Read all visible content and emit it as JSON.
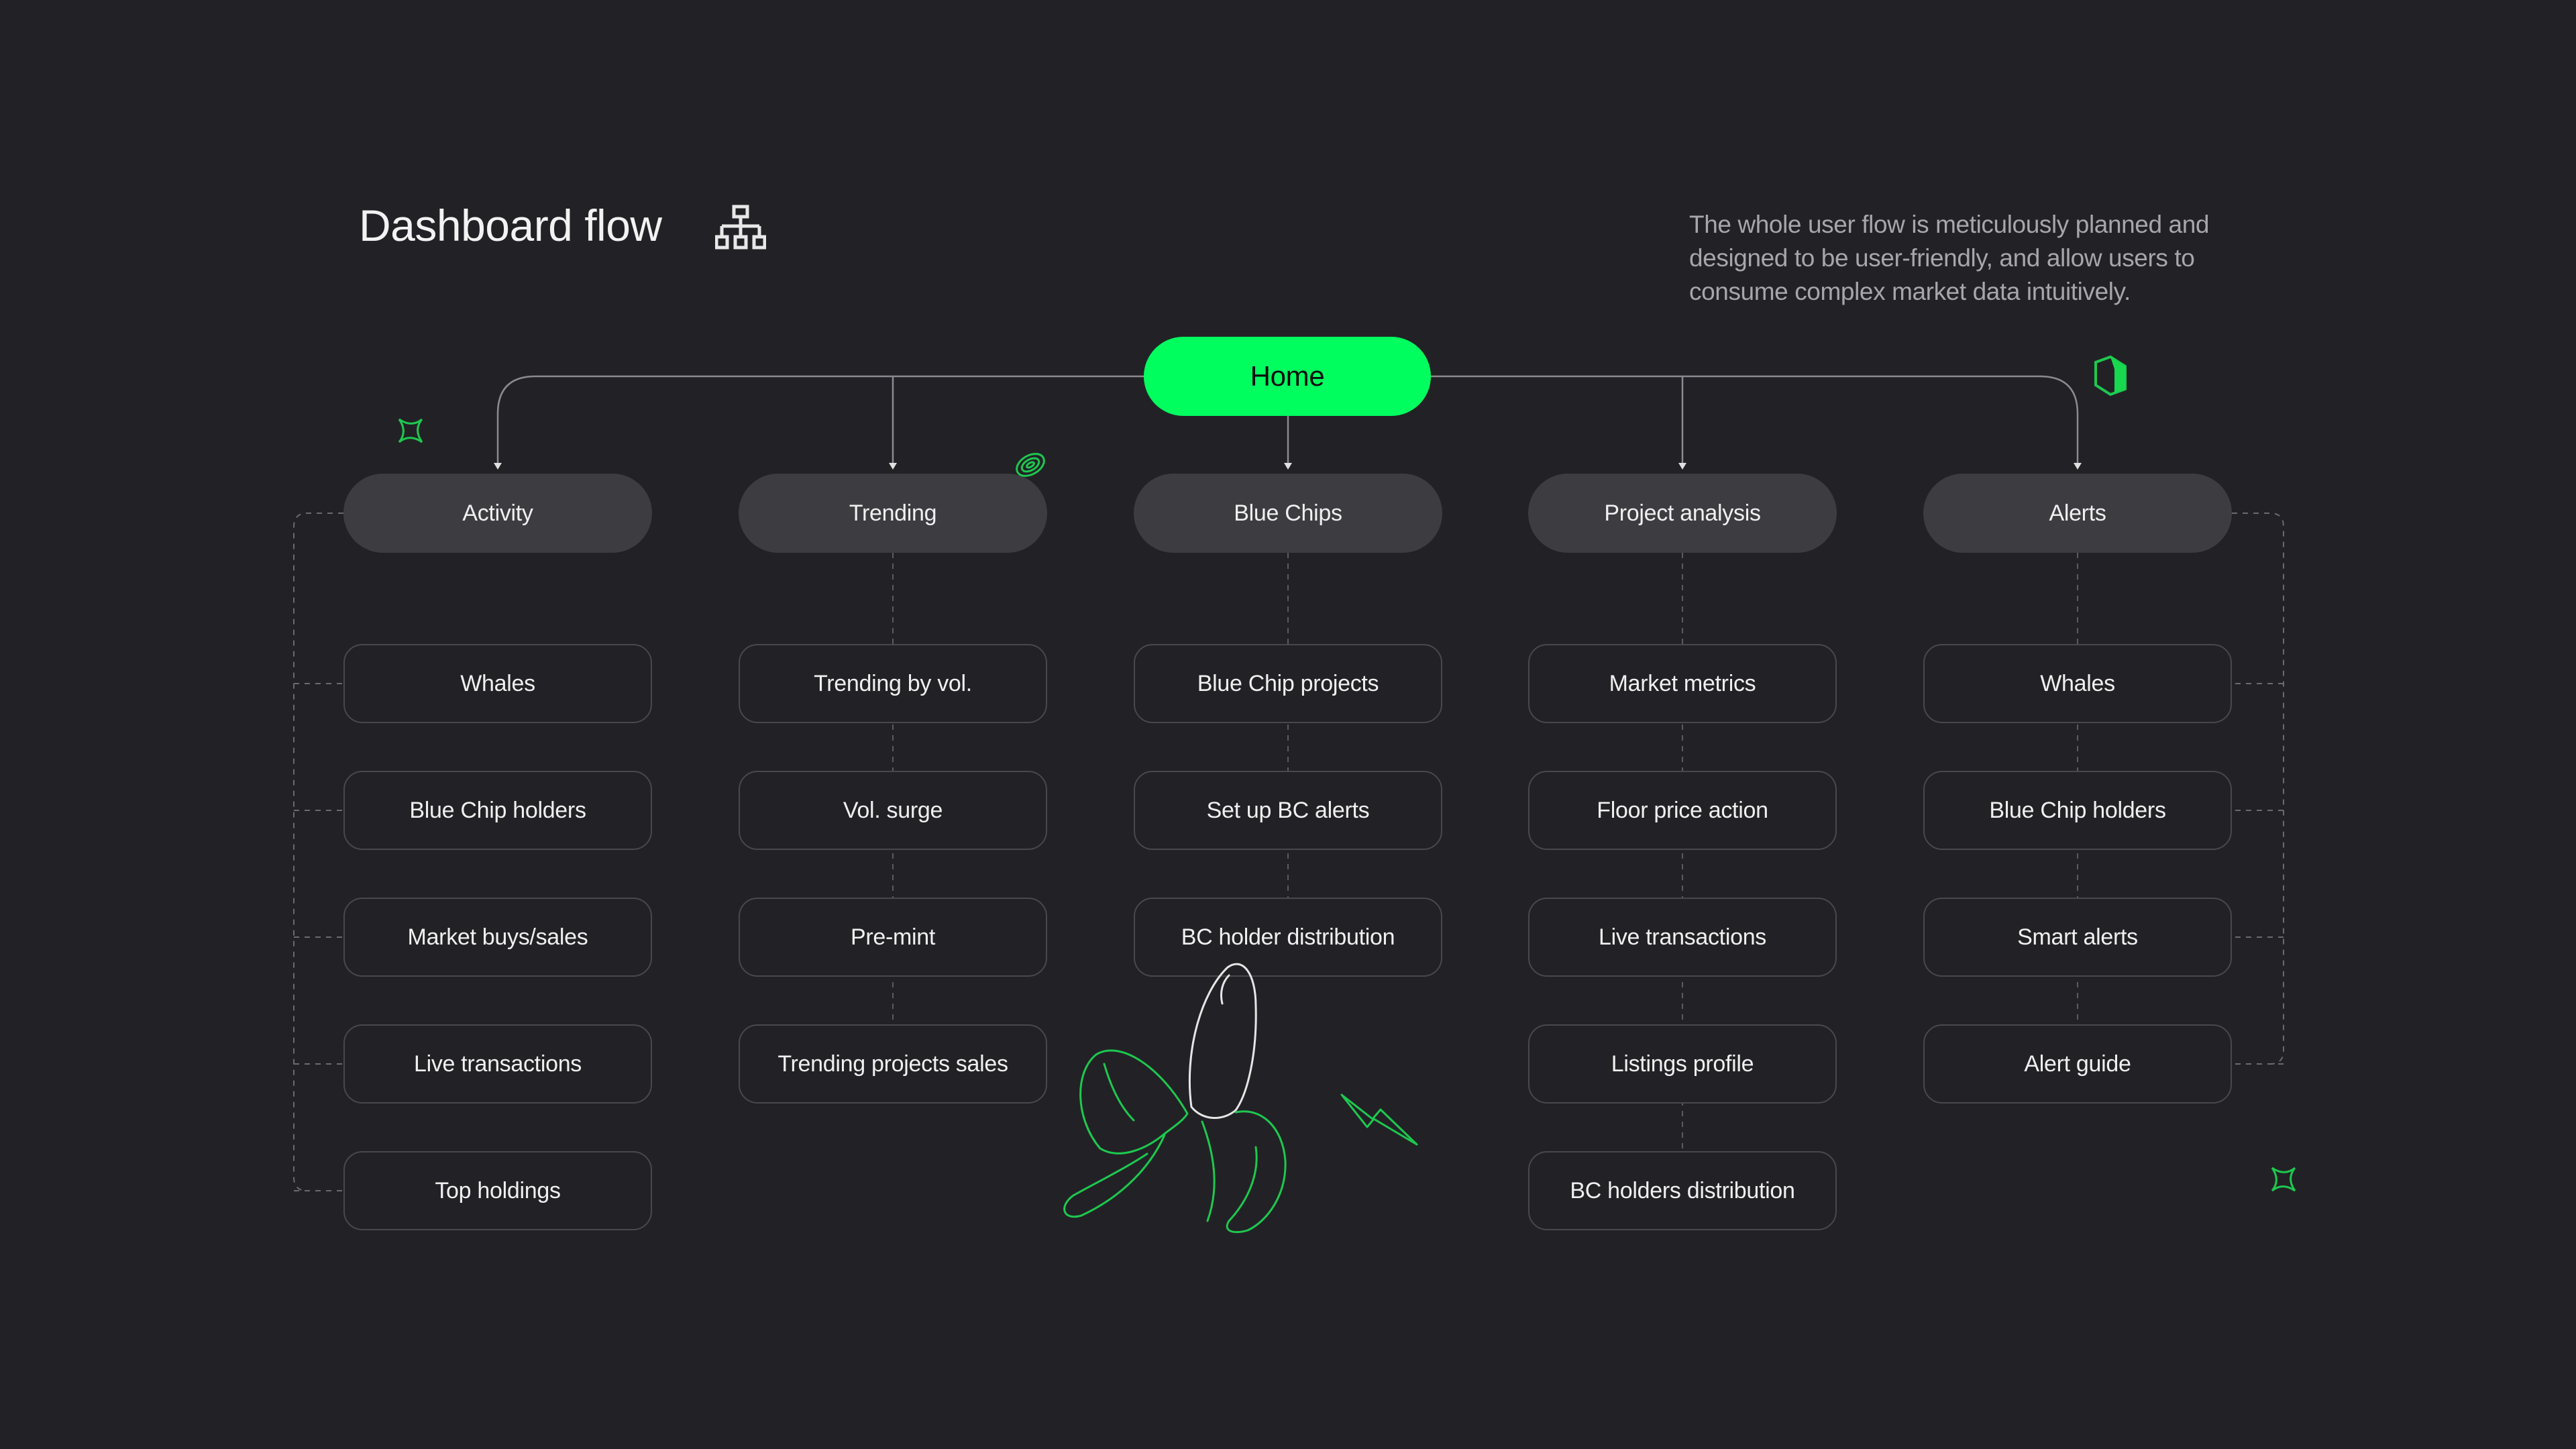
{
  "header": {
    "title": "Dashboard flow",
    "description": "The whole user flow is meticulously planned and designed to be user-friendly, and allow users to consume complex market data intuitively."
  },
  "root": {
    "label": "Home"
  },
  "columns": [
    {
      "label": "Activity",
      "items": [
        "Whales",
        "Blue Chip holders",
        "Market buys/sales",
        "Live transactions",
        "Top holdings"
      ]
    },
    {
      "label": "Trending",
      "items": [
        "Trending by vol.",
        "Vol. surge",
        "Pre-mint",
        "Trending projects sales"
      ]
    },
    {
      "label": "Blue Chips",
      "items": [
        "Blue Chip projects",
        "Set up BC alerts",
        "BC holder distribution"
      ]
    },
    {
      "label": "Project analysis",
      "items": [
        "Market metrics",
        "Floor price action",
        "Live transactions",
        "Listings profile",
        "BC holders distribution"
      ]
    },
    {
      "label": "Alerts",
      "items": [
        "Whales",
        "Blue Chip holders",
        "Smart alerts",
        "Alert guide"
      ]
    }
  ],
  "icons": [
    "sitemap-icon",
    "sparkle-icon",
    "coin-icon",
    "cube-icon",
    "banana-icon",
    "lightning-icon"
  ],
  "colors": {
    "background": "#222226",
    "accent": "#00ff5e",
    "category_fill": "#3c3c41",
    "item_border": "#48484d"
  }
}
